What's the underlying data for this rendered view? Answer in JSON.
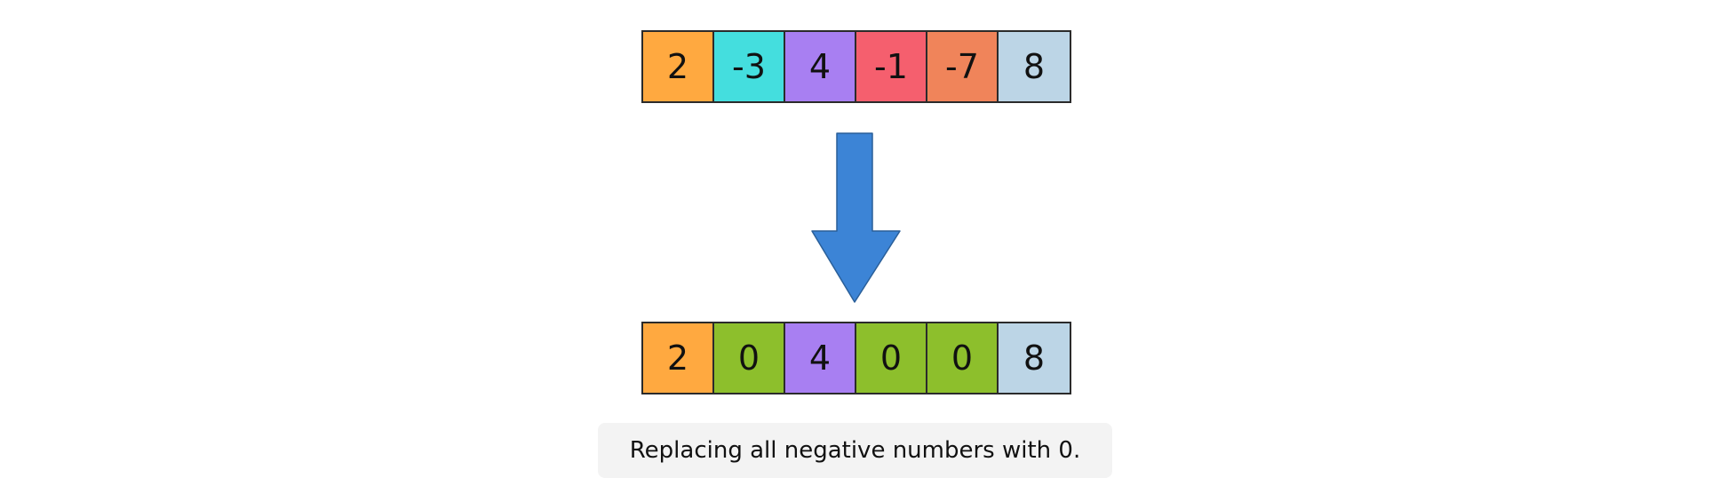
{
  "input_array": {
    "cells": [
      {
        "value": "2",
        "color": "#ffa940"
      },
      {
        "value": "-3",
        "color": "#44dede"
      },
      {
        "value": "4",
        "color": "#a87ff2"
      },
      {
        "value": "-1",
        "color": "#f55f6e"
      },
      {
        "value": "-7",
        "color": "#f0845a"
      },
      {
        "value": "8",
        "color": "#bcd5e6"
      }
    ]
  },
  "output_array": {
    "cells": [
      {
        "value": "2",
        "color": "#ffa940"
      },
      {
        "value": "0",
        "color": "#8dbf2c"
      },
      {
        "value": "4",
        "color": "#a87ff2"
      },
      {
        "value": "0",
        "color": "#8dbf2c"
      },
      {
        "value": "0",
        "color": "#8dbf2c"
      },
      {
        "value": "8",
        "color": "#bcd5e6"
      }
    ]
  },
  "arrow": {
    "icon": "arrow-down-icon",
    "color": "#3c84d6"
  },
  "caption": {
    "text": "Replacing all negative numbers with 0."
  }
}
